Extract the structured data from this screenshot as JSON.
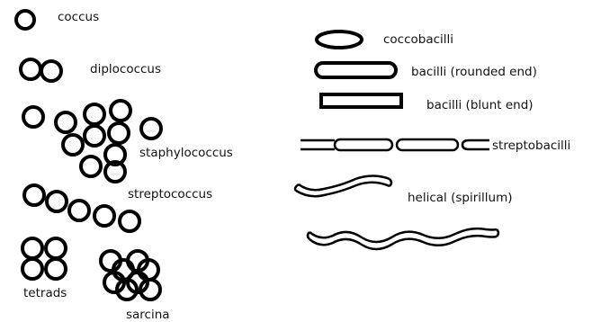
{
  "labels": {
    "coccus": "coccus",
    "diplococcus": "diplococcus",
    "staphylococcus": "staphylococcus",
    "streptococcus": "streptococcus",
    "tetrads": "tetrads",
    "sarcina": "sarcina",
    "coccobacilli": "coccobacilli",
    "bacilli_rounded": "bacilli (rounded end)",
    "bacilli_blunt": "bacilli (blunt end)",
    "streptobacilli": "streptobacilli",
    "helical": "helical (spirillum)"
  },
  "colors": {
    "stroke": "#000000",
    "text": "#111111",
    "background": "#ffffff"
  }
}
